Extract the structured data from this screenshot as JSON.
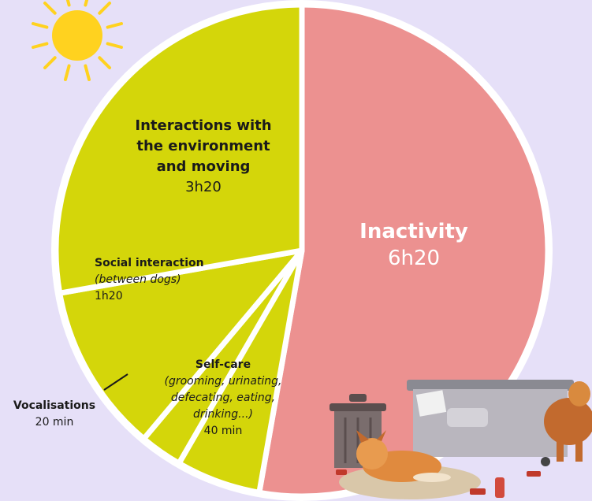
{
  "chart_data": {
    "type": "pie",
    "start_angle_deg": 0,
    "direction": "clockwise",
    "slices": [
      {
        "label": "Inactivity",
        "value_label": "6h20",
        "minutes": 380,
        "color": "#ec9190"
      },
      {
        "label": "Self-care",
        "sublabel": "(grooming, urinating, defecating, eating, drinking...)",
        "value_label": "40 min",
        "minutes": 40,
        "color": "#d4d60a"
      },
      {
        "label": "Vocalisations",
        "value_label": "20 min",
        "minutes": 20,
        "color": "#d4d60a"
      },
      {
        "label": "Social interaction",
        "sublabel": "(between dogs)",
        "value_label": "1h20",
        "minutes": 80,
        "color": "#d4d60a"
      },
      {
        "label": "Interactions with the environment and moving",
        "value_label": "3h20",
        "minutes": 200,
        "color": "#d4d60a"
      }
    ]
  },
  "labels": {
    "env_line1": "Interactions with",
    "env_line2": "the environment",
    "env_line3": "and moving",
    "env_value": "3h20",
    "inact_name": "Inactivity",
    "inact_value": "6h20",
    "social_name": "Social interaction",
    "social_sub": "(between dogs)",
    "social_value": "1h20",
    "self_name": "Self-care",
    "self_sub1": "(grooming, urinating,",
    "self_sub2": "defecating, eating,",
    "self_sub3": "drinking...)",
    "self_value": "40 min",
    "voc_name": "Vocalisations",
    "voc_value": "20 min"
  },
  "colors": {
    "background": "#e6e0f8",
    "sun": "#ffd21f",
    "separator": "#ffffff"
  },
  "icons": [
    "sun-icon",
    "trash-can-icon",
    "dumpster-icon",
    "dog-lying-icon",
    "dog-standing-icon"
  ]
}
